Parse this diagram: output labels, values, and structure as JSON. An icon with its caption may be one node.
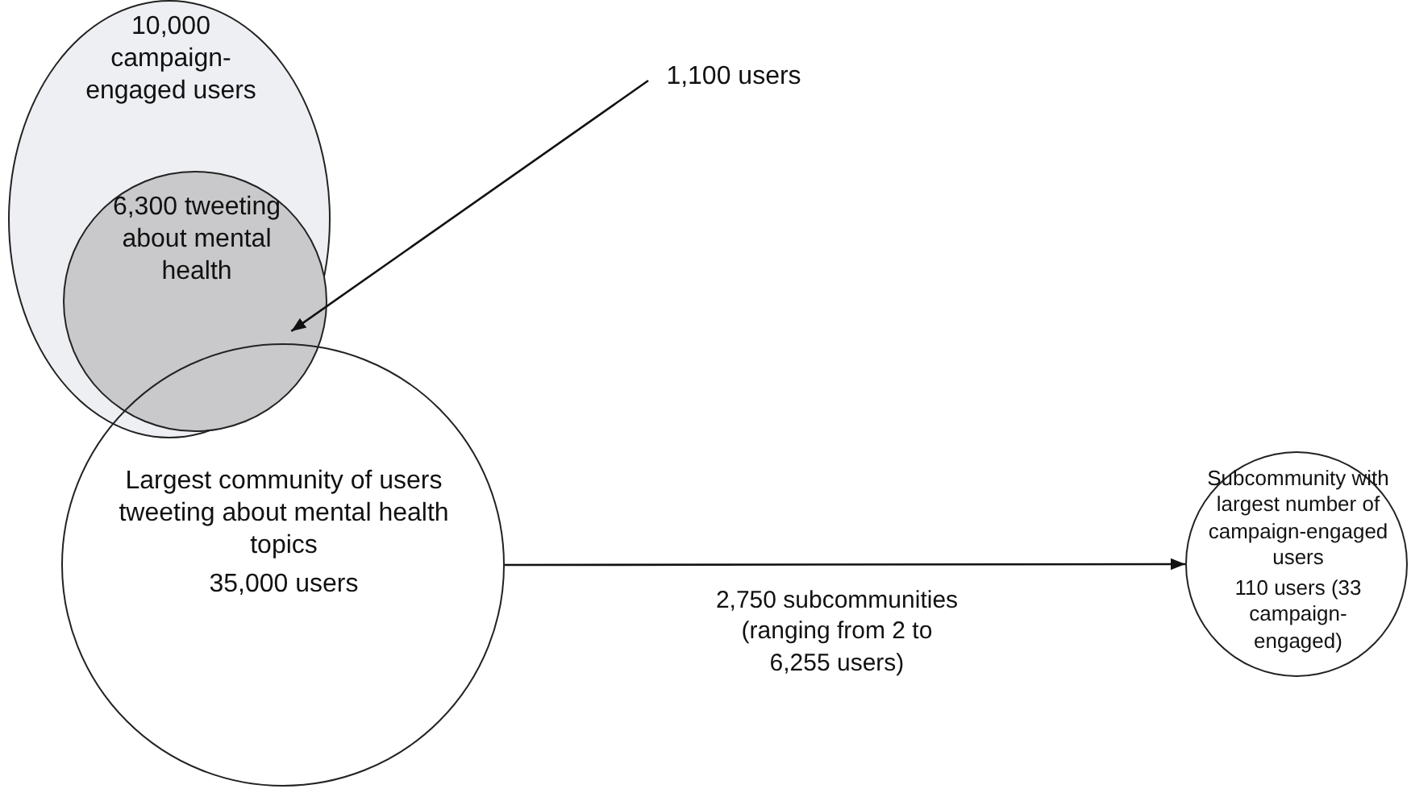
{
  "diagram": {
    "nodes": [
      {
        "text": [
          "10,000 campaign-engaged users"
        ]
      },
      {
        "text": [
          "6,300 tweeting about mental health"
        ],
        "in": 0
      },
      {
        "text": [
          "Largest community of users tweeting about mental health topics",
          "35,000 users"
        ]
      },
      {
        "text": [
          "1,100 users"
        ]
      },
      {
        "text": [
          "Subcommunity with largest number of campaign-engaged users",
          "110 users (33 campaign-engaged)"
        ]
      }
    ],
    "edges": [
      {
        "from": 3,
        "to": 1,
        "arrow": "to"
      },
      {
        "from": 2,
        "to": 4,
        "arrow": "to",
        "label": "2,750 subcommunities (ranging from 2 to 6,255 users)"
      }
    ]
  }
}
